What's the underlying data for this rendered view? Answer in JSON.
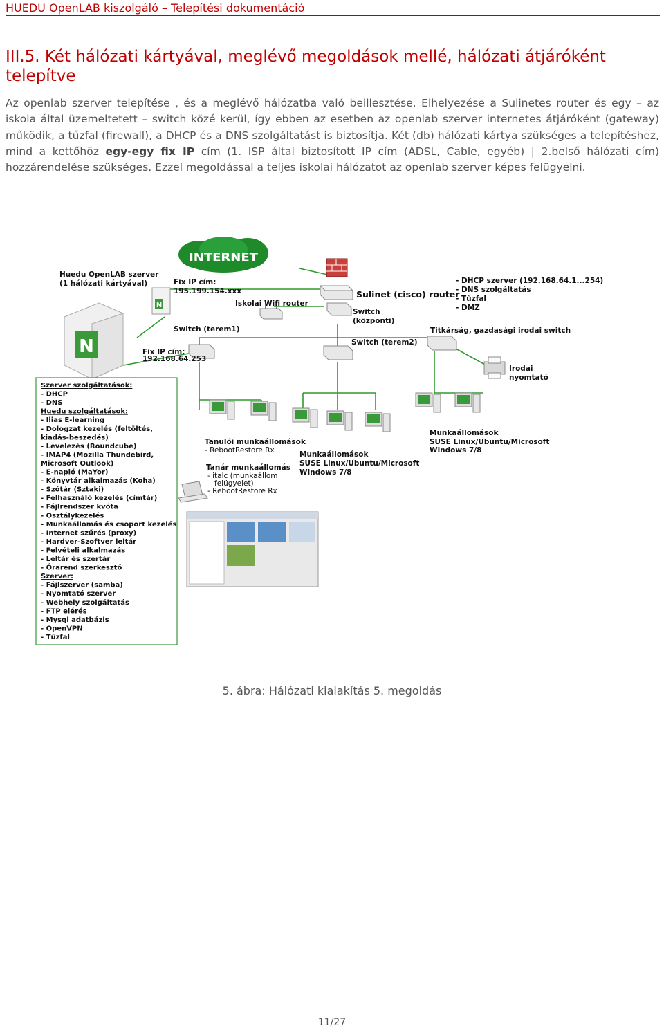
{
  "header": {
    "title": "HUEDU OpenLAB kiszolgáló – Telepítési dokumentáció"
  },
  "section": {
    "title": "III.5. Két hálózati kártyával, meglévő megoldások mellé, hálózati átjáróként telepítve"
  },
  "body": {
    "p1": "Az openlab szerver telepítése , és a meglévő hálózatba való beillesztése. Elhelyezése a Sulinetes router és egy – az iskola által üzemeltetett – switch közé kerül, így ebben az esetben az openlab szerver internetes átjáróként (gateway) működik, a tűzfal (firewall), a DHCP és a DNS szolgáltatást is biztosítja. Két (db) hálózati kártya szükséges a telepítéshez, mind a kettőhöz",
    "bold": "egy-egy fix IP",
    "p2": " cím (1. ISP által biztosított IP cím (ADSL, Cable, egyéb) | 2.belső hálózati cím) hozzárendelése szükséges. Ezzel megoldással a teljes iskolai hálózatot az openlab szerver képes felügyelni."
  },
  "figure": {
    "internet": "INTERNET",
    "server_label_1": "Huedu OpenLAB szerver",
    "server_label_2": "(1 hálózati kártyával)",
    "server_badge": "N",
    "fix_ip_1": "Fix IP cím:",
    "fix_ip_1_val": "195.199.154.xxx",
    "fix_ip_2": "Fix IP cím:",
    "fix_ip_2_val": "192.168.64.253",
    "wifi_router": "Iskolai Wifi router",
    "switch_terem1": "Switch (terem1)",
    "switch_terem2": "Switch (terem2)",
    "switch_kozponti_1": "Switch",
    "switch_kozponti_2": "(központi)",
    "sulinet_router": "Sulinet (cisco) router",
    "services_right": [
      "- DHCP szerver (192.168.64.1...254)",
      "- DNS szolgáltatás",
      "- Tűzfal",
      "- DMZ"
    ],
    "office_switch": "Titkárság, gazdasági irodai switch",
    "printer_1": "Irodai",
    "printer_2": "nyomtató",
    "student_ws": "Tanulói munkaállomások",
    "student_ws_sub": "- RebootRestore Rx",
    "teacher_ws": "Tanár munkaállomás",
    "teacher_ws_sub": [
      "- italc (munkaállom",
      "felügyelet)",
      "- RebootRestore Rx"
    ],
    "ws_center": [
      "Munkaállomások",
      "SUSE Linux/Ubuntu/Microsoft",
      "Windows 7/8"
    ],
    "ws_right": [
      "Munkaállomások",
      "SUSE Linux/Ubuntu/Microsoft",
      "Windows 7/8"
    ],
    "services_box": {
      "h1": "Szerver szolgáltatások:",
      "g1": [
        "- DHCP",
        "- DNS"
      ],
      "h2": "Huedu szolgáltatások:",
      "g2": [
        "- Ilias E-learning",
        "- Dologzat kezelés (feltöltés,",
        "kiadás-beszedés)",
        "- Levelezés (Roundcube)",
        "- IMAP4 (Mozilla Thundebird,",
        "Microsoft Outlook)",
        "- E-napló (MaYor)",
        "- Könyvtár alkalmazás (Koha)",
        "- Szótár (Sztaki)",
        "- Felhasználó kezelés (címtár)",
        "- Fájlrendszer kvóta",
        "- Osztálykezelés",
        "- Munkaállomás és csoport kezelés",
        "- Internet szűrés (proxy)",
        "- Hardver-Szoftver leltár",
        "- Felvételi alkalmazás",
        "- Leltár és szertár",
        "- Órarend szerkesztő"
      ],
      "h3": "Szerver:",
      "g3": [
        "- Fájlszerver (samba)",
        "- Nyomtató szerver",
        "- Webhely szolgáltatás",
        "- FTP elérés",
        "- Mysql adatbázis",
        "- OpenVPN",
        "- Tűzfal"
      ]
    }
  },
  "caption": "5. ábra: Hálózati kialakítás 5. megoldás",
  "footer": {
    "page": "11/27"
  },
  "colors": {
    "accent": "#c00000",
    "wire": "#2e9a2e",
    "text": "#555555"
  }
}
